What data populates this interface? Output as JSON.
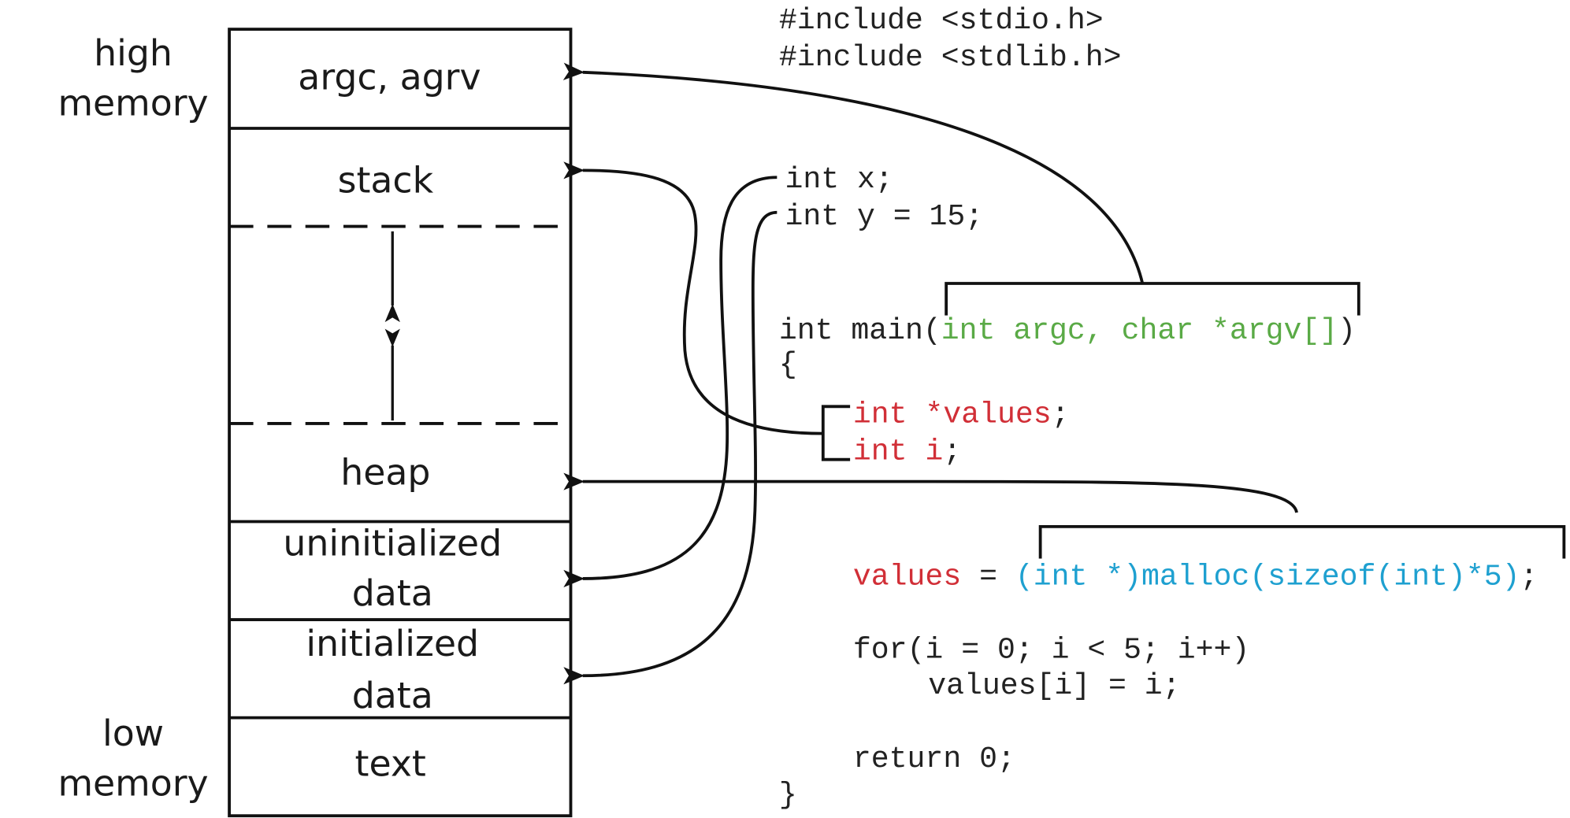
{
  "labels": {
    "high": [
      "high",
      "memory"
    ],
    "low": [
      "low",
      "memory"
    ]
  },
  "segments": {
    "argc": "argc, agrv",
    "stack": "stack",
    "heap": "heap",
    "uninit": [
      "uninitialized",
      "data"
    ],
    "init": [
      "initialized",
      "data"
    ],
    "text": "text"
  },
  "colors": {
    "black": "#222222",
    "green": "#5aaa46",
    "red": "#d12f37",
    "blue": "#1ea0d0"
  },
  "code": {
    "include1": "#include <stdio.h>",
    "include2": "#include <stdlib.h>",
    "int_x": "int x;",
    "int_y": "int y = 15;",
    "main_prefix": "int main(",
    "main_params": "int argc, char *argv[]",
    "main_suffix": ")",
    "open_brace": "{",
    "decl_values": "int *values",
    "decl_values_semi": ";",
    "decl_i": "int i",
    "decl_i_semi": ";",
    "assign_lhs": "values",
    "assign_eq": " = ",
    "assign_rhs": "(int *)malloc(sizeof(int)*5)",
    "assign_semi": ";",
    "for_line": "for(i = 0; i < 5; i++)",
    "body_line": "values[i] = i;",
    "return_line": "return 0;",
    "close_brace": "}"
  }
}
